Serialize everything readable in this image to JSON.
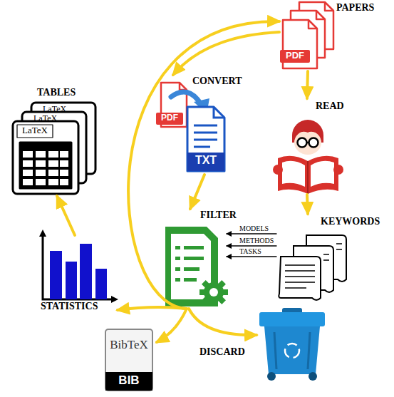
{
  "diagram": {
    "nodes": [
      {
        "text": [
          "PAPERS",
          "PDF"
        ]
      },
      {
        "text": [
          "CONVERT",
          "PDF",
          "TXT"
        ]
      },
      {
        "text": [
          "READ"
        ]
      },
      {
        "text": [
          "KEYWORDS"
        ]
      },
      {
        "text": [
          "FILTER"
        ]
      },
      {
        "text": [
          "STATISTICS"
        ]
      },
      {
        "text": [
          "TABLES",
          "LaTeX",
          "LaTeX",
          "LaTeX"
        ]
      },
      {
        "text": [
          "BibTeX",
          "BIB"
        ]
      },
      {
        "text": [
          "DISCARD"
        ]
      }
    ],
    "edges": [
      {
        "from": 0,
        "to": 1,
        "arrow": "to"
      },
      {
        "from": 0,
        "to": 2,
        "arrow": "to"
      },
      {
        "from": 1,
        "to": 4,
        "arrow": "to"
      },
      {
        "from": 2,
        "to": 3,
        "arrow": "to"
      },
      {
        "from": 3,
        "to": 4,
        "label": "MODELS",
        "arrow": "to"
      },
      {
        "from": 3,
        "to": 4,
        "label": "METHODS",
        "arrow": "to"
      },
      {
        "from": 3,
        "to": 4,
        "label": "TASKS",
        "arrow": "to"
      },
      {
        "from": 4,
        "to": 5,
        "arrow": "to"
      },
      {
        "from": 4,
        "to": 7,
        "arrow": "to"
      },
      {
        "from": 4,
        "to": 8,
        "arrow": "to"
      },
      {
        "from": 4,
        "to": 0,
        "arrow": "to"
      },
      {
        "from": 5,
        "to": 6,
        "arrow": "to"
      }
    ]
  }
}
